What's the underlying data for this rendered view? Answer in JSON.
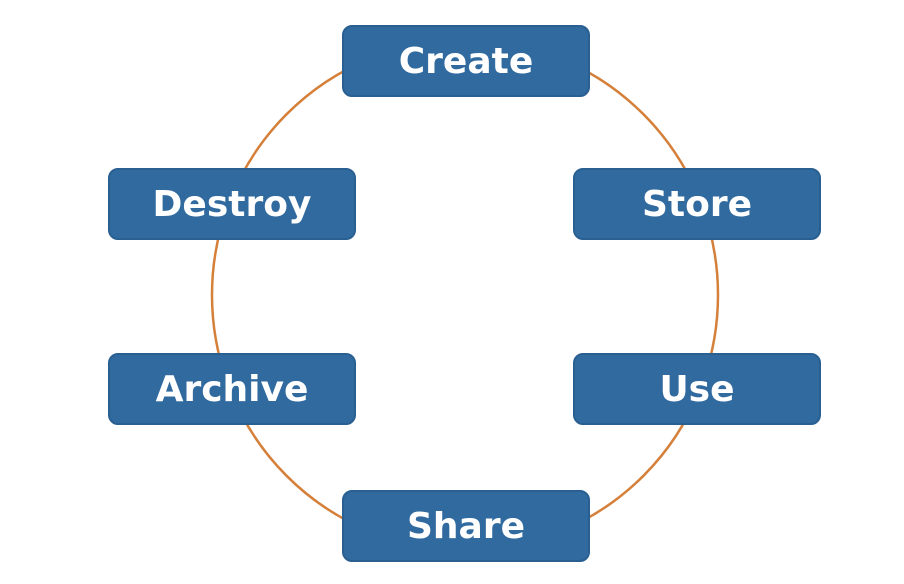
{
  "diagram": {
    "ring_color": "#D5803A",
    "box_color": "#306A9F",
    "text_color": "#FFFFFF",
    "stages": [
      {
        "id": "create",
        "label": "Create"
      },
      {
        "id": "store",
        "label": "Store"
      },
      {
        "id": "use",
        "label": "Use"
      },
      {
        "id": "share",
        "label": "Share"
      },
      {
        "id": "archive",
        "label": "Archive"
      },
      {
        "id": "destroy",
        "label": "Destroy"
      }
    ]
  }
}
